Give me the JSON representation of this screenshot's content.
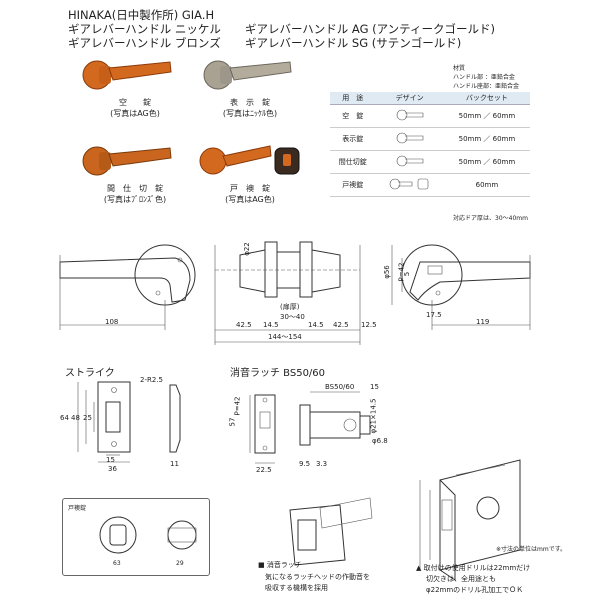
{
  "header": {
    "line1": "HINAKA(日中製作所) GIA.H",
    "line2a": "ギアレバーハンドル ニッケル",
    "line2b": "ギアレバーハンドル AG (アンティークゴールド)",
    "line3a": "ギアレバーハンドル ブロンズ",
    "line3b": "ギアレバーハンドル SG (サテンゴールド)"
  },
  "products": [
    {
      "name": "空　　錠",
      "note": "(写真はAG色)"
    },
    {
      "name": "表　示　錠",
      "note": "(写真はﾆｯｹﾙ色)"
    },
    {
      "name": "間　仕　切　錠",
      "note": "(写真はﾌﾞﾛﾝｽﾞ色)"
    },
    {
      "name": "戸　襖　錠",
      "note": "(写真はAG色)"
    }
  ],
  "material": {
    "title": "材質",
    "handle": "ハンドル部 ：亜鉛合金",
    "base": "ハンドル座部：亜鉛合金"
  },
  "table": {
    "headers": [
      "用　途",
      "デザイン",
      "バックセット"
    ],
    "rows": [
      {
        "use": "空　錠",
        "backset": "50mm ／ 60mm"
      },
      {
        "use": "表示錠",
        "backset": "50mm ／ 60mm"
      },
      {
        "use": "間仕切錠",
        "backset": "50mm ／ 60mm"
      },
      {
        "use": "戸襖錠",
        "backset": "60mm"
      }
    ],
    "footnote": "対応ドア厚は、30～40mm"
  },
  "dims_top": {
    "d108": "108",
    "d119": "119",
    "d175": "17.5",
    "d425a": "42.5",
    "d145a": "14.5",
    "d145b": "14.5",
    "d425b": "42.5",
    "d125": "12.5",
    "door": "(扉厚)",
    "door_range": "30～40",
    "overall": "144～154",
    "phi22": "φ22",
    "phi56": "φ56",
    "p42": "P=42",
    "five": "5"
  },
  "strike": {
    "title": "ストライク",
    "r": "2-R2.5",
    "d64": "64",
    "d48": "48",
    "d25": "25",
    "d15": "15",
    "d36": "36",
    "d11": "11"
  },
  "latch": {
    "title": "消音ラッチ BS50/60",
    "bs": "BS50/60",
    "d15": "15",
    "d57": "57",
    "p42": "P=42",
    "d225": "22.5",
    "d95": "9.5",
    "d33": "3.3",
    "phi21": "φ21×14.5",
    "phi68": "φ6.8"
  },
  "tobusuma": {
    "title": "戸襖錠",
    "d63": "63",
    "d29": "29"
  },
  "notes": {
    "latch_title": "消音ラッチ",
    "latch_text1": "気になるラッチヘッドの作動音を",
    "latch_text2": "吸収する機構を採用",
    "unit": "※寸法の単位はmmです。",
    "drill1": "取付けの使用ドリルは22mmだけ",
    "drill2": "切欠きは、全用途とも",
    "drill3": "φ22mmのドリル孔加工でＯＫ"
  }
}
